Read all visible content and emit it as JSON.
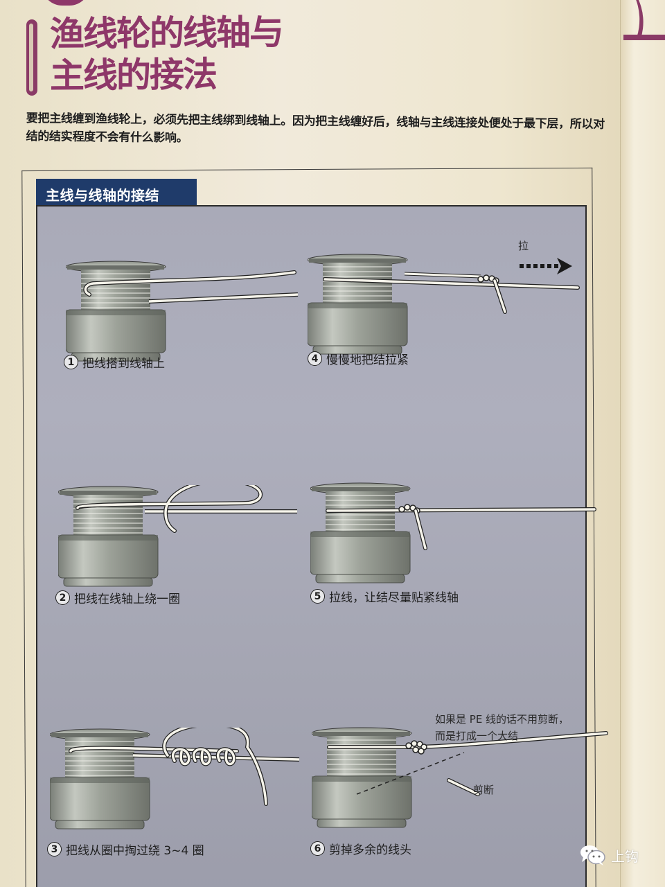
{
  "header": {
    "title_line1": "渔线轮的线轴与",
    "title_line2": "主线的接法",
    "intro": "要把主线缠到渔线轮上，必须先把主线绑到线轴上。因为把主线缠好后，线轴与主线连接处便处于最下层，所以对结的结实程度不会有什么影响。"
  },
  "section": {
    "title": "主线与线轴的接结"
  },
  "steps": [
    {
      "number": "1",
      "caption": "把线搭到线轴上"
    },
    {
      "number": "2",
      "caption": "把线在线轴上绕一圈"
    },
    {
      "number": "3",
      "caption": "把线从圈中掏过绕 3~4 圈"
    },
    {
      "number": "4",
      "caption": "慢慢地把结拉紧",
      "annotation": "拉"
    },
    {
      "number": "5",
      "caption": "拉线，让结尽量贴紧线轴"
    },
    {
      "number": "6",
      "caption": "剪掉多余的线头",
      "note_line1": "如果是 PE 线的话不用剪断，",
      "note_line2": "而是打成一个大结",
      "cut_label": "剪断"
    }
  ],
  "watermark": {
    "icon": "wechat-icon",
    "text": "上钩"
  },
  "colors": {
    "title": "#8e3769",
    "section_tab": "#1f3b6a",
    "panel": "#a9aab8",
    "page": "#efe8d4"
  }
}
